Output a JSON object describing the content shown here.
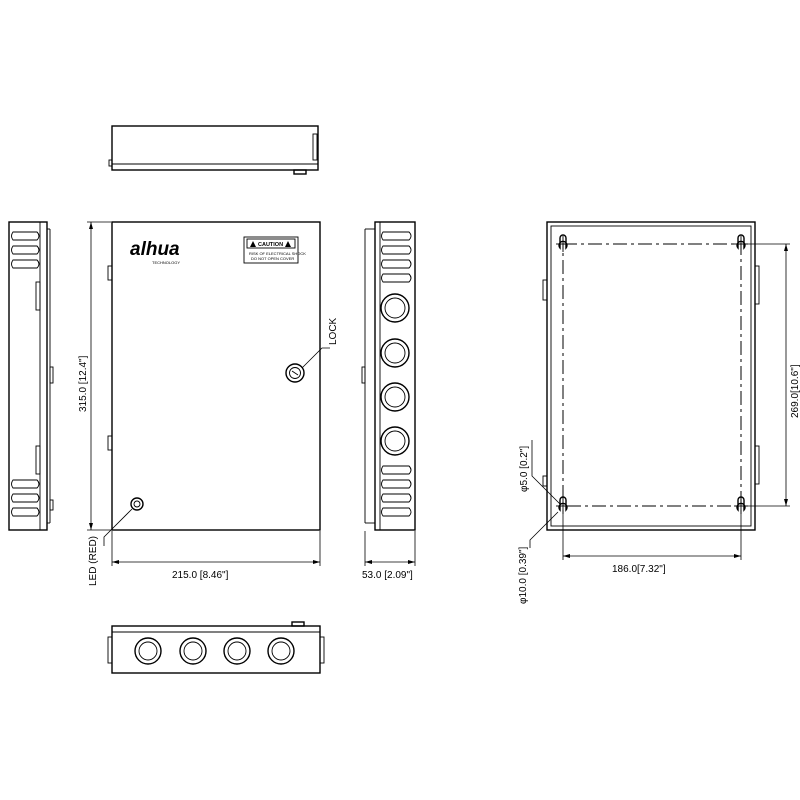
{
  "brand": {
    "logo_text": "alhua",
    "logo_subtext": "TECHNOLOGY"
  },
  "caution_label": {
    "title": "CAUTION",
    "line1": "RISK OF ELECTRICAL SHOCK",
    "line2": "DO NOT OPEN COVER"
  },
  "labels": {
    "lock": "LOCK",
    "led": "LED (RED)"
  },
  "dimensions": {
    "height": "315.0 [12.4\"]",
    "width": "215.0 [8.46\"]",
    "depth": "53.0 [2.09\"]",
    "mount_height": "269.0[10.6\"]",
    "mount_width": "186.0[7.32\"]",
    "hole_small": "φ5.0 [0.2\"]",
    "hole_large": "φ10.0 [0.39\"]"
  }
}
